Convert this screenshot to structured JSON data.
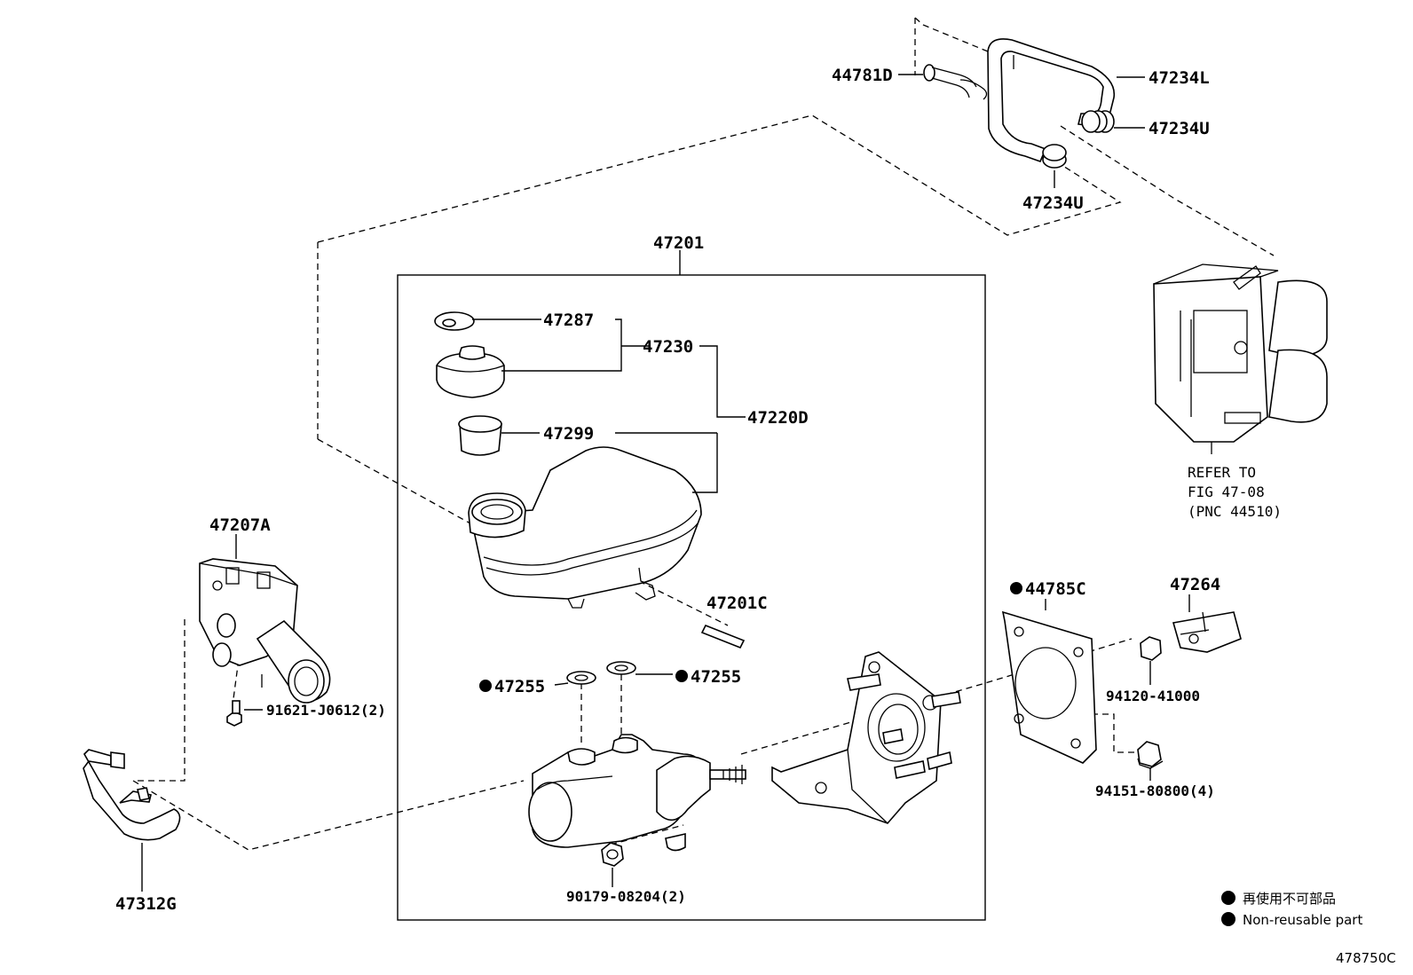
{
  "labels": {
    "p44781D": "44781D",
    "p47234L": "47234L",
    "p47234U_a": "47234U",
    "p47234U_b": "47234U",
    "p47201": "47201",
    "p47287": "47287",
    "p47230": "47230",
    "p47220D": "47220D",
    "p47299": "47299",
    "p47201C": "47201C",
    "p47207A": "47207A",
    "p91621": "91621-J0612(2)",
    "p47255_l": "47255",
    "p47255_r": "47255",
    "p44785C": "44785C",
    "p47264": "47264",
    "p94120": "94120-41000",
    "p94151": "94151-80800(4)",
    "p90179": "90179-08204(2)",
    "p47312G": "47312G"
  },
  "refer": {
    "line1": "REFER TO",
    "line2": "FIG 47-08",
    "line3": "(PNC 44510)"
  },
  "legend": {
    "jp": "再使用不可部品",
    "en": "Non-reusable part"
  },
  "figure_id": "478750C",
  "colors": {
    "ink": "#000000",
    "paper": "#ffffff"
  }
}
